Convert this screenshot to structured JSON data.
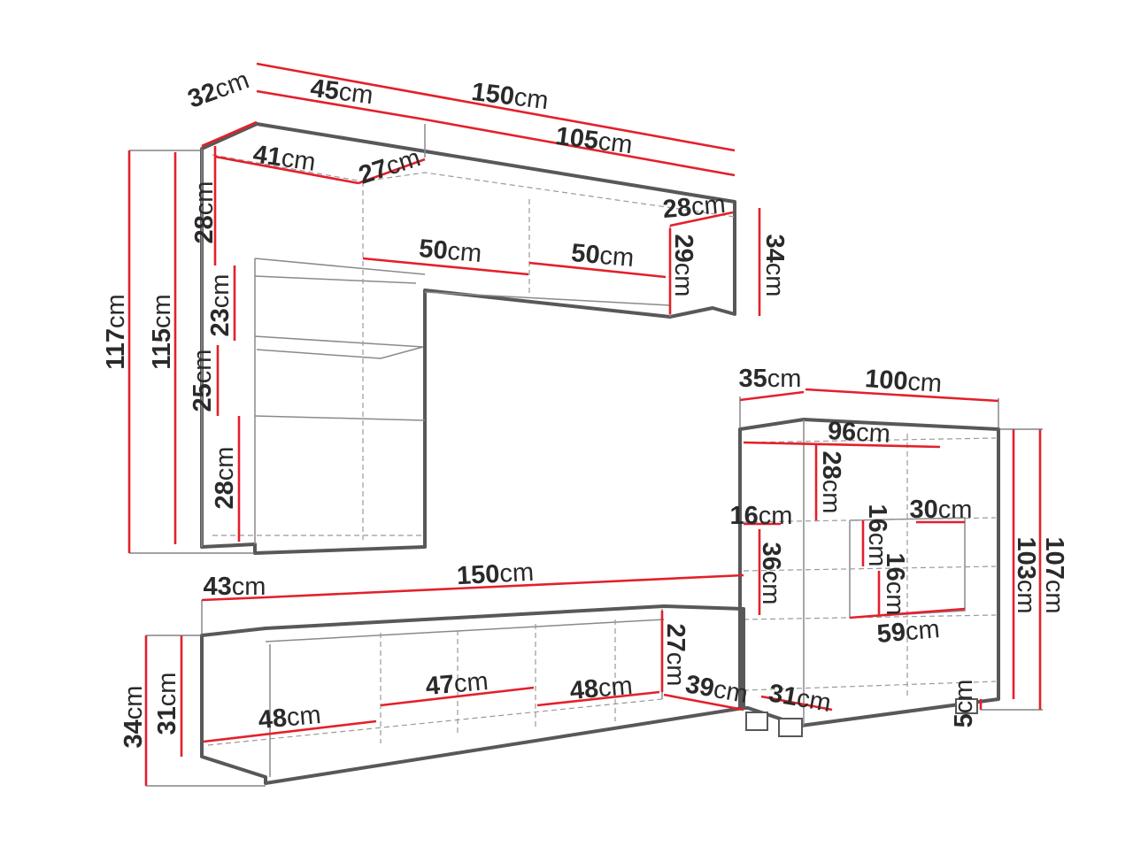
{
  "unit": "cm",
  "colors": {
    "dimension": "#e3202b",
    "outline": "#58585a",
    "background": "#ffffff"
  },
  "wall_cabinet": {
    "depth": "32",
    "side_width": "45",
    "total_width": "150",
    "bridge_width": "105",
    "inner_depth_left": "41",
    "inner_depth_mid": "27",
    "right_depth": "28",
    "right_inner_height": "29",
    "right_height": "34",
    "shelf_width_1": "50",
    "shelf_width_2": "50",
    "total_height": "117",
    "inner_total_height": "115",
    "compartment_1": "28",
    "compartment_2": "23",
    "compartment_3": "25",
    "compartment_4": "28"
  },
  "highboard": {
    "depth": "35",
    "width": "100",
    "inner_width": "96",
    "top_compartment": "28",
    "small_shelf": "16",
    "glass_width": "30",
    "glass_height_1": "16",
    "glass_height_2": "16",
    "side_compartment": "36",
    "glass_shelf_width": "59",
    "inner_height": "103",
    "total_height": "107",
    "feet_height": "5",
    "inner_depth": "31"
  },
  "tv_bench": {
    "depth": "43",
    "width": "150",
    "inner_width_1": "48",
    "inner_width_2": "47",
    "inner_width_3": "48",
    "total_height": "34",
    "inner_height": "31",
    "right_inner_height": "27",
    "right_depth": "39"
  }
}
